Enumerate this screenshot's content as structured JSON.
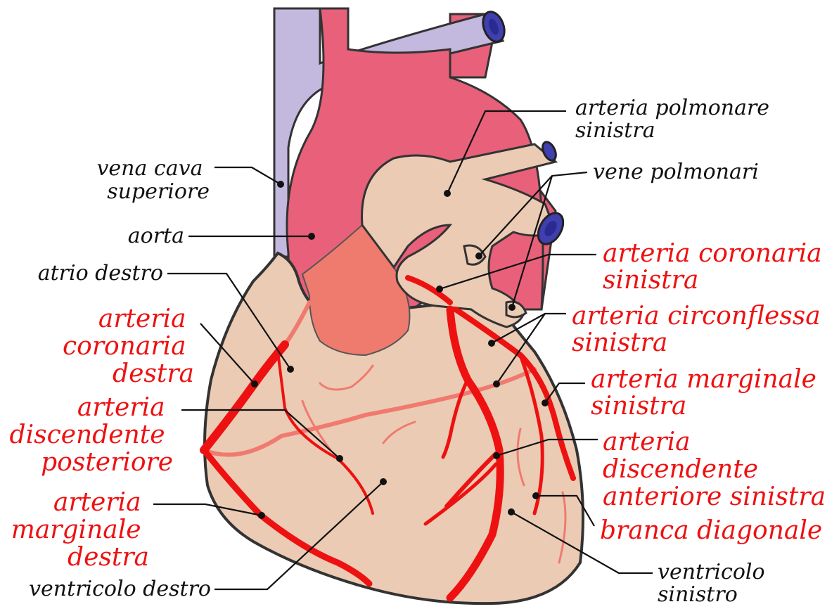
{
  "colors": {
    "background": "#ffffff",
    "vein": "#c3b8de",
    "vein_lumen": "#3f3fb0",
    "aorta": "#e8607a",
    "heart_tissue": "#ebcbb4",
    "artery_lumen_aorta": "#ef7a6e",
    "coronary_artery": "#ee1111",
    "coronary_vein": "#f07a70",
    "outline": "#333333",
    "label_black": "#111111",
    "label_red": "#ee1111"
  },
  "labels": {
    "arteria_polmonare_sinistra": [
      "arteria polmonare",
      "sinistra"
    ],
    "vena_cava_superiore": [
      "vena cava",
      "superiore"
    ],
    "vene_polmonari": [
      "vene polmonari"
    ],
    "aorta": [
      "aorta"
    ],
    "arteria_coronaria_sinistra": [
      "arteria coronaria",
      "sinistra"
    ],
    "atrio_destro": [
      "atrio destro"
    ],
    "arteria_circonflessa_sinistra": [
      "arteria circonflessa",
      "sinistra"
    ],
    "arteria_coronaria_destra": [
      "arteria",
      "coronaria",
      "destra"
    ],
    "arteria_marginale_sinistra": [
      "arteria marginale",
      "sinistra"
    ],
    "arteria_discendente_posteriore": [
      "arteria",
      "discendente",
      "posteriore"
    ],
    "arteria_discendente_anteriore_sinistra": [
      "arteria",
      "discendente",
      "anteriore sinistra"
    ],
    "arteria_marginale_destra": [
      "arteria",
      "marginale",
      "destra"
    ],
    "branca_diagonale": [
      "branca diagonale"
    ],
    "ventricolo_destro": [
      "ventricolo destro"
    ],
    "ventricolo_sinistro": [
      "ventricolo",
      "sinistro"
    ]
  }
}
